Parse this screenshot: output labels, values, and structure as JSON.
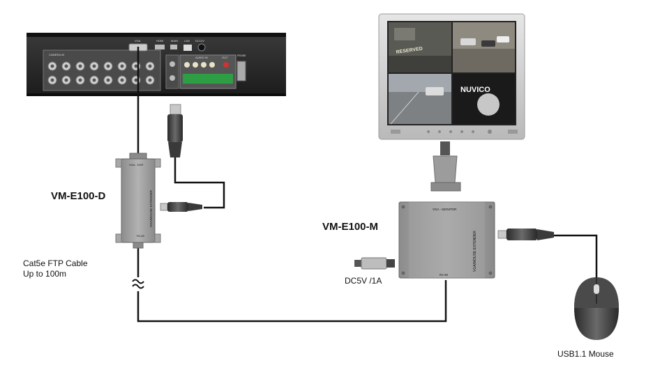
{
  "dvr": {
    "port_labels": {
      "camera_in": "CAMERA IN",
      "vga": "VGA",
      "hdmi": "HDMI",
      "main": "MAIN",
      "lan": "LAN",
      "dc12v": "DC12V",
      "audio_in": "AUDIO IN",
      "out": "OUT",
      "rs485": "RS485"
    }
  },
  "monitor": {
    "brand_text": "NUVICO",
    "reserved_text": "RESERVED"
  },
  "device_d": {
    "name": "VM-E100-D",
    "port_top": "VGA - DVR",
    "body_text": "VGA/MOUSE EXTENDER",
    "port_bottom": "RJ-45"
  },
  "device_m": {
    "name": "VM-E100-M",
    "port_top": "VGA - MONITOR",
    "body_text": "VGA/MOUSE EXTENDER",
    "port_bottom": "RJ-45"
  },
  "cable": {
    "line1": "Cat5e FTP Cable",
    "line2": "Up to 100m"
  },
  "power": {
    "label": "DC5V /1A"
  },
  "mouse": {
    "label": "USB1.1 Mouse"
  },
  "colors": {
    "cable": "#111111",
    "dvr_body": "#2b2b2b",
    "extender_body": "#9a9a9a",
    "monitor_bezel": "#cfcfcf"
  }
}
